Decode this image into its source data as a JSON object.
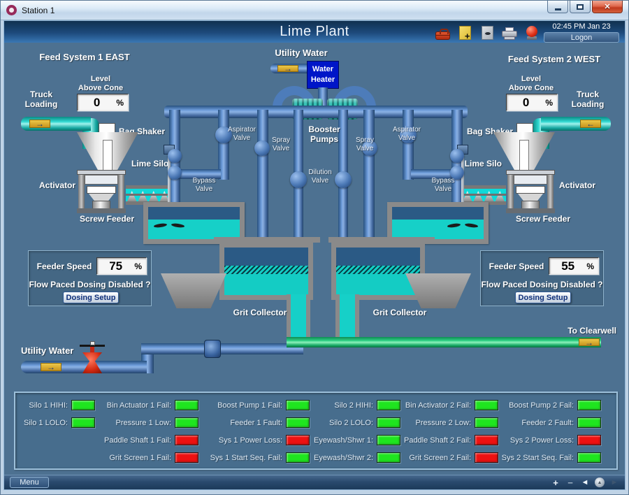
{
  "window": {
    "title": "Station 1"
  },
  "header": {
    "title": "Lime Plant",
    "clock": "02:45 PM Jan 23",
    "logon": "Logon"
  },
  "mimic": {
    "feed1_title": "Feed System 1 EAST",
    "feed2_title": "Feed System 2 WEST",
    "utility_water_top": "Utility Water",
    "water_heater": "Water\nHeater",
    "booster_pumps": "Booster\nPumps",
    "aspirator_valve": "Aspirator\nValve",
    "spray_valve": "Spray\nValve",
    "dilution_valve": "Dilution\nValve",
    "bypass_valve": "Bypass\nValve",
    "truck_loading": "Truck\nLoading",
    "level_label": "Level\nAbove Cone",
    "bag_shaker": "Bag Shaker",
    "lime_silo": "Lime Silo",
    "activator": "Activator",
    "screw_feeder": "Screw Feeder",
    "grit_collector": "Grit Collector",
    "utility_water_bottom": "Utility Water",
    "to_clearwell": "To Clearwell",
    "percent": "%",
    "feeder_speed_label": "Feeder Speed",
    "dosing_question": "Flow Paced Dosing Disabled ?",
    "dosing_setup": "Dosing Setup",
    "feed1": {
      "level_value": "0",
      "feeder_speed": "75"
    },
    "feed2": {
      "level_value": "0",
      "feeder_speed": "55"
    }
  },
  "status": {
    "columns": [
      {
        "items": [
          {
            "label": "Silo 1 HIHI:",
            "state": "green"
          },
          {
            "label": "Silo 1 LOLO:",
            "state": "green"
          }
        ]
      },
      {
        "items": [
          {
            "label": "Bin Actuator 1 Fail:",
            "state": "green"
          },
          {
            "label": "Pressure 1 Low:",
            "state": "green"
          },
          {
            "label": "Paddle Shaft 1 Fail:",
            "state": "red"
          },
          {
            "label": "Grit Screen 1 Fail:",
            "state": "red"
          }
        ]
      },
      {
        "items": [
          {
            "label": "Boost Pump 1 Fail:",
            "state": "green"
          },
          {
            "label": "Feeder 1 Fault:",
            "state": "green"
          },
          {
            "label": "Sys 1 Power Loss:",
            "state": "red"
          },
          {
            "label": "Sys 1 Start Seq. Fail:",
            "state": "green"
          }
        ]
      },
      {
        "items": [
          {
            "label": "Silo 2 HIHI:",
            "state": "green"
          },
          {
            "label": "Silo 2 LOLO:",
            "state": "green"
          },
          {
            "label": "Eyewash/Shwr 1:",
            "state": "green"
          },
          {
            "label": "Eyewash/Shwr 2:",
            "state": "green"
          }
        ]
      },
      {
        "items": [
          {
            "label": "Bin Activator 2 Fail:",
            "state": "green"
          },
          {
            "label": "Pressure 2 Low:",
            "state": "green"
          },
          {
            "label": "Paddle Shaft 2 Fail:",
            "state": "red"
          },
          {
            "label": "Grit Screen 2 Fail:",
            "state": "red"
          }
        ]
      },
      {
        "items": [
          {
            "label": "Boost Pump 2 Fail:",
            "state": "green"
          },
          {
            "label": "Feeder 2 Fault:",
            "state": "green"
          },
          {
            "label": "Sys 2 Power Loss:",
            "state": "red"
          },
          {
            "label": "Sys 2 Start Seq. Fail:",
            "state": "green"
          }
        ]
      }
    ]
  },
  "footer": {
    "menu": "Menu"
  },
  "icons": {
    "titlebar": "station-icon",
    "window_controls": [
      "minimize-icon",
      "maximize-icon",
      "close-icon"
    ],
    "toolbar": [
      "toolbox-icon",
      "add-note-icon",
      "view-note-icon",
      "print-icon",
      "alarm-icon"
    ],
    "footer_nav": [
      "zoom-in-icon",
      "zoom-out-icon",
      "nav-back-icon",
      "nav-home-icon",
      "nav-forward-icon"
    ]
  },
  "colors": {
    "led_green": "#1fe51f",
    "led_red": "#ee1111",
    "pipe_blue": "#4d7cba",
    "pipe_teal": "#17c8c0",
    "pipe_green": "#22c87e",
    "water_heater_bg": "#0016c8",
    "background": "#4d7191"
  }
}
